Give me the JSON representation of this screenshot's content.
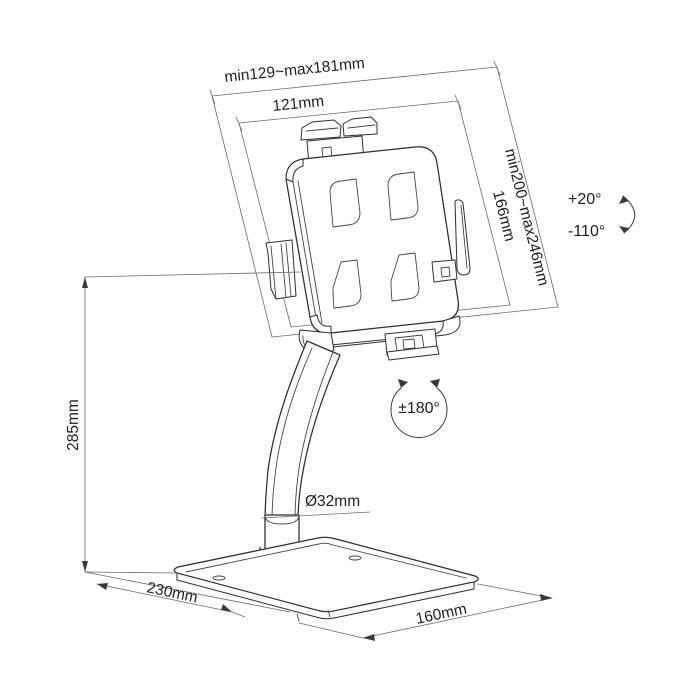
{
  "drawing": {
    "title": "tablet-desk-stand-dimension-drawing",
    "background_color": "#ffffff",
    "line_color": "#2e2e2e",
    "text_color": "#1f1f1f"
  },
  "dimensions": {
    "holder_width_range": "min129~max181mm",
    "holder_inner_width": "121mm",
    "holder_inner_height": "166mm",
    "holder_height_range": "min200~max246mm",
    "stand_height": "285mm",
    "base_width": "230mm",
    "base_depth": "160mm",
    "pole_diameter": "Ø32mm"
  },
  "angles": {
    "tilt_up": "+20°",
    "tilt_down": "-110°",
    "rotation": "±180°"
  }
}
